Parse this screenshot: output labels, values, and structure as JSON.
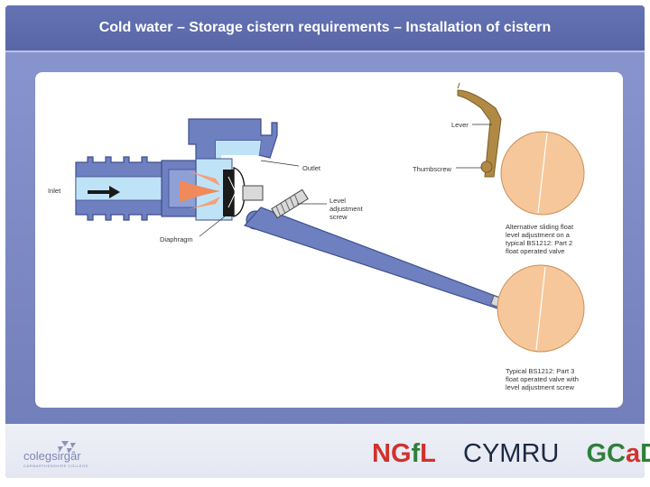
{
  "slide": {
    "title": "Cold water – Storage cistern requirements – Installation of cistern"
  },
  "diagram": {
    "labels": {
      "inlet": "Inlet",
      "outlet": "Outlet",
      "diaphragm": "Diaphragm",
      "level_screw_1": "Level",
      "level_screw_2": "adjustment",
      "level_screw_3": "screw",
      "lever": "Lever",
      "thumbscrew": "Thumbscrew",
      "alt_1": "Alternative sliding float",
      "alt_2": "level adjustment on a",
      "alt_3": "typical BS1212: Part 2",
      "alt_4": "float operated valve",
      "typ_1": "Typical BS1212: Part 3",
      "typ_2": "float operated valve with",
      "typ_3": "level adjustment screw"
    },
    "colors": {
      "float": "#f6c79a",
      "lever_arm": "#6f80c0",
      "valve_body": "#6f80c0",
      "water": "#bfe3f6",
      "brass": "#b08a45"
    }
  },
  "footer": {
    "college_name": "colegsirgâr",
    "college_sub": "CARMARTHENSHIRE COLLEGE",
    "ngfl_1": "NG",
    "ngfl_2": "f",
    "ngfl_3": "L",
    "cymru": "CYMRU",
    "gcad_1": "GC",
    "gcad_2": "a",
    "gcad_3": "D"
  }
}
